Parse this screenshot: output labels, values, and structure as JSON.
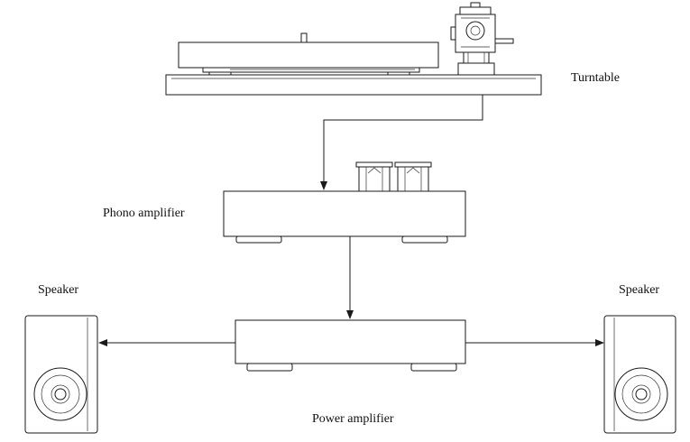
{
  "labels": {
    "turntable": "Turntable",
    "phono_amplifier": "Phono amplifier",
    "power_amplifier": "Power amplifier",
    "speaker_left": "Speaker",
    "speaker_right": "Speaker"
  },
  "colors": {
    "line": "#1a1a1a",
    "background": "#ffffff"
  }
}
